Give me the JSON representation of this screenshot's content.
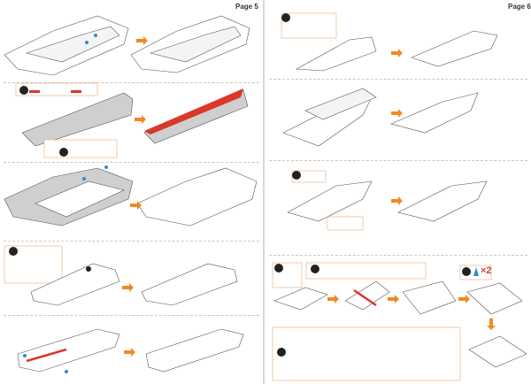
{
  "pages": [
    {
      "label": "Page 5"
    },
    {
      "label": "Page 6"
    }
  ],
  "callouts": {
    "quantity": "×2"
  },
  "colors": {
    "arrow": "#f08a24",
    "highlight": "#d9382b",
    "dot": "#2a8fd0",
    "panel": "#e8a878",
    "grey": "#cfcfcf"
  }
}
